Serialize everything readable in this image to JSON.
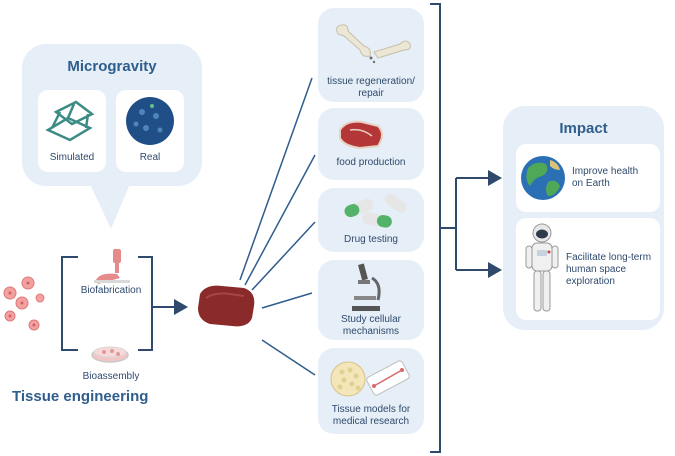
{
  "microgravity": {
    "title": "Microgravity",
    "simulated": "Simulated",
    "real": "Real"
  },
  "tissue_engineering": {
    "title": "Tissue engineering",
    "biofabrication": "Biofabrication",
    "bioassembly": "Bioassembly"
  },
  "applications": [
    {
      "label": "tissue regeneration/\nrepair",
      "icon": "bone-icon"
    },
    {
      "label": "food production",
      "icon": "meat-icon"
    },
    {
      "label": "Drug testing",
      "icon": "pills-icon"
    },
    {
      "label": "Study cellular\nmechanisms",
      "icon": "microscope-icon"
    },
    {
      "label": "Tissue models for\nmedical research",
      "icon": "organ-chip-icon"
    }
  ],
  "impact": {
    "title": "Impact",
    "items": [
      {
        "label": "Improve health\non Earth",
        "icon": "earth-icon"
      },
      {
        "label": "Facilitate long-term\nhuman space\nexploration",
        "icon": "astronaut-icon"
      }
    ]
  },
  "colors": {
    "panel": "#e6eef7",
    "accent": "#2f5d8c",
    "text": "#2f4a6d",
    "line": "#2f4a6d"
  }
}
